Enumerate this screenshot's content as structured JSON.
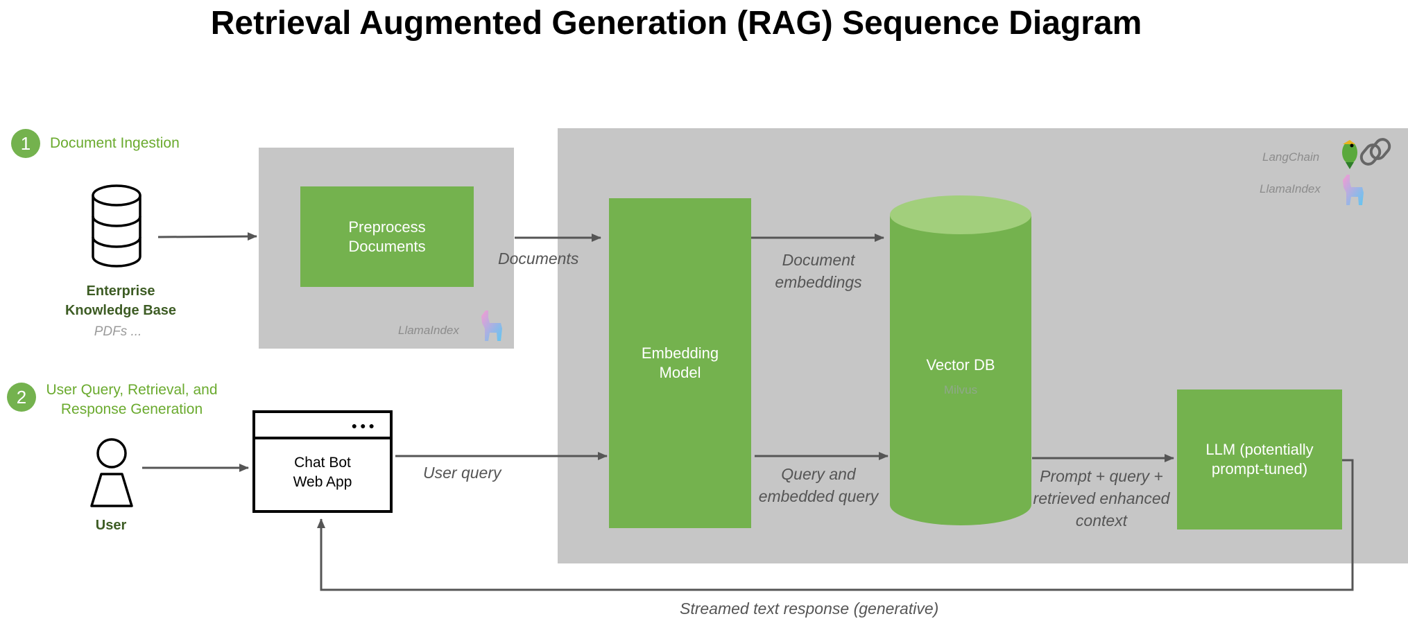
{
  "title": "Retrieval Augmented Generation (RAG) Sequence Diagram",
  "steps": [
    {
      "number": "1",
      "label": "Document Ingestion"
    },
    {
      "number": "2",
      "label": "User Query, Retrieval, and Response Generation"
    }
  ],
  "nodes": {
    "knowledge_base": {
      "label": "Enterprise Knowledge Base",
      "sublabel": "PDFs ..."
    },
    "preprocess": {
      "label": "Preprocess Documents",
      "tool": "LlamaIndex"
    },
    "embedding_model": {
      "label": "Embedding Model"
    },
    "vector_db": {
      "label": "Vector DB",
      "sublabel": "Milvus"
    },
    "llm": {
      "label": "LLM (potentially prompt-tuned)"
    },
    "chat_app": {
      "label": "Chat Bot Web App"
    },
    "user": {
      "label": "User"
    }
  },
  "framework_labels": {
    "langchain": "LangChain",
    "llamaindex": "LlamaIndex"
  },
  "edges": {
    "documents": "Documents",
    "document_embeddings": "Document embeddings",
    "user_query": "User query",
    "query_embedded": "Query and embedded query",
    "prompt_context": "Prompt + query + retrieved enhanced context",
    "streamed_response": "Streamed text response (generative)"
  },
  "colors": {
    "green": "#74b24e",
    "panel_gray": "#c6c6c6",
    "arrow": "#555555"
  }
}
